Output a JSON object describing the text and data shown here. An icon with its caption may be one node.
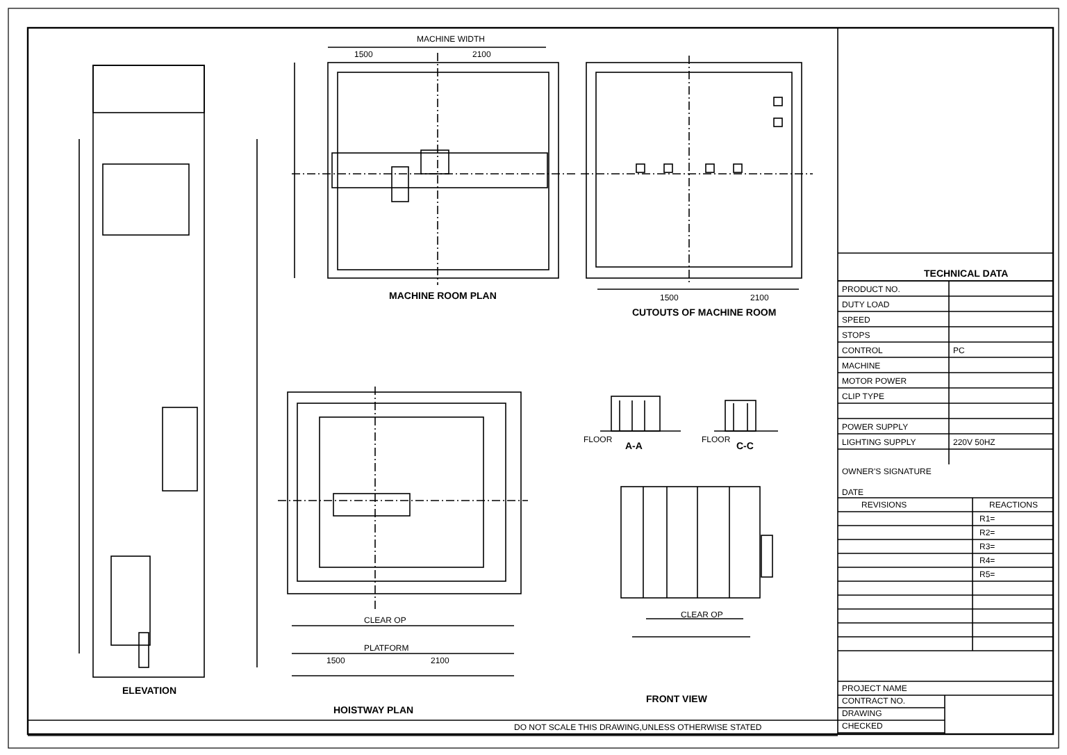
{
  "diagram": {
    "labels": [
      "MACHINE WIDTH",
      "1500",
      "2100",
      "MACHINE ROOM PLAN",
      "1500",
      "2100",
      "CUTOUTS OF MACHINE ROOM",
      "TECHNICAL DATA",
      "PRODUCT NO.",
      "DUTY LOAD",
      "SPEED",
      "STOPS",
      "CONTROL",
      "PC",
      "MACHINE",
      "MOTOR POWER",
      "CLIP TYPE",
      "POWER SUPPLY",
      "LIGHTING SUPPLY",
      "220V 50HZ",
      "OWNER'S SIGNATURE",
      "FLOOR",
      "A-A",
      "FLOOR",
      "C-C",
      "ELEVATION",
      "CLEAR OP",
      "PLATFORM",
      "1500",
      "2100",
      "HOISTWAY PLAN",
      "CLEAR OP",
      "FRONT VIEW",
      "DO NOT SCALE THIS DRAWING,UNLESS OTHERWISE STATED",
      "DATE",
      "REVISIONS",
      "REACTIONS",
      "R1=",
      "R2=",
      "R3=",
      "R4=",
      "R5=",
      "PROJECT NAME",
      "CONTRACT NO.",
      "DRAWING",
      "CHECKED"
    ]
  }
}
